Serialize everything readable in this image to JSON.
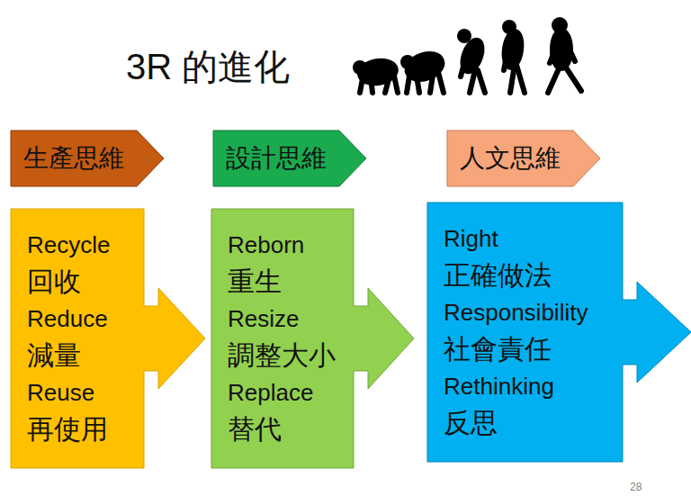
{
  "diagram": {
    "title": "3R 的進化",
    "nodes": [
      {
        "text": [
          "生產思維"
        ]
      },
      {
        "text": [
          "設計思維"
        ]
      },
      {
        "text": [
          "人文思維"
        ]
      },
      {
        "text": [
          "Recycle",
          "回收",
          "Reduce",
          "減量",
          "Reuse",
          "再使用"
        ]
      },
      {
        "text": [
          "Reborn",
          "重生",
          "Resize",
          "調整大小",
          "Replace",
          "替代"
        ]
      },
      {
        "text": [
          "Right",
          "正確做法",
          "Responsibility",
          "社會責任",
          "Rethinking",
          "反思"
        ]
      }
    ],
    "labels": [
      "28"
    ]
  }
}
